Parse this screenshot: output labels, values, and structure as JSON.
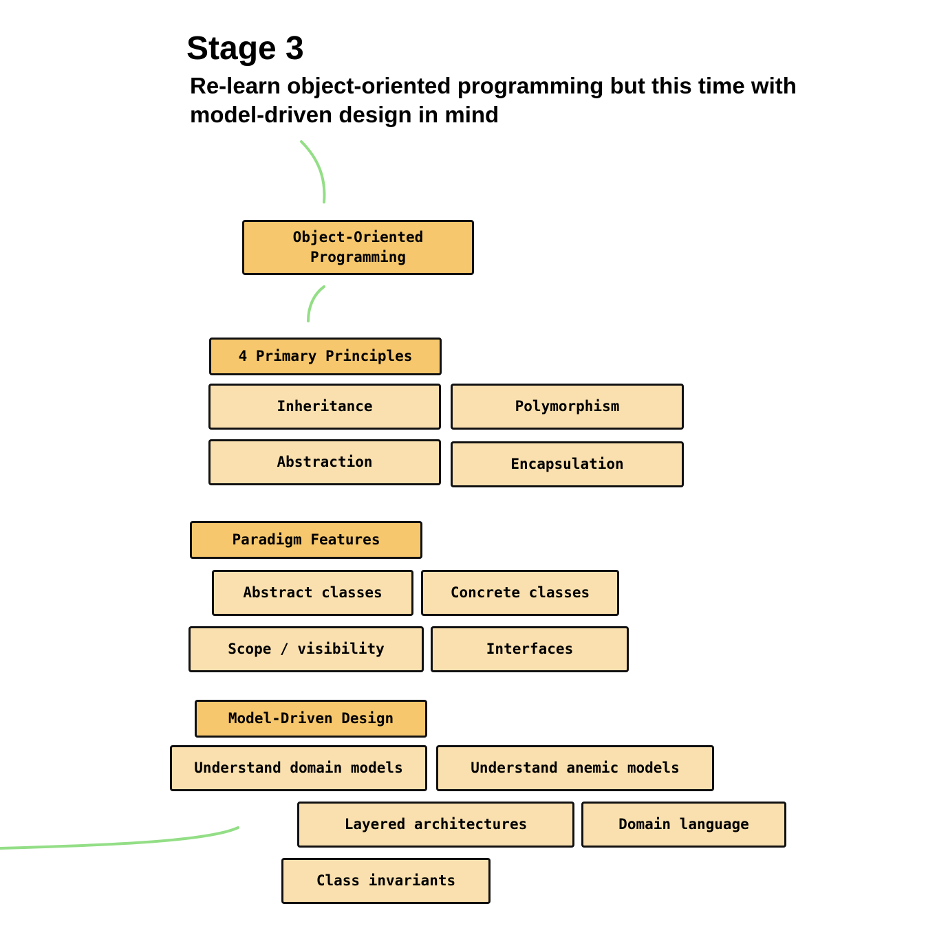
{
  "title": "Stage 3",
  "subtitle": "Re-learn object-oriented programming but this time with model-driven design in mind",
  "colors": {
    "header_fill": "#f6c76c",
    "item_fill": "#fae0ae",
    "border": "#111111",
    "connector": "#93de86"
  },
  "root": {
    "label": "Object-Oriented\nProgramming"
  },
  "groups": {
    "principles": {
      "header": "4 Primary Principles",
      "items": [
        "Inheritance",
        "Polymorphism",
        "Abstraction",
        "Encapsulation"
      ]
    },
    "paradigm": {
      "header": "Paradigm Features",
      "items": [
        "Abstract classes",
        "Concrete classes",
        "Scope / visibility",
        "Interfaces"
      ]
    },
    "model_driven": {
      "header": "Model-Driven Design",
      "items": [
        "Understand domain models",
        "Understand anemic models",
        "Layered architectures",
        "Domain language",
        "Class invariants"
      ]
    }
  }
}
